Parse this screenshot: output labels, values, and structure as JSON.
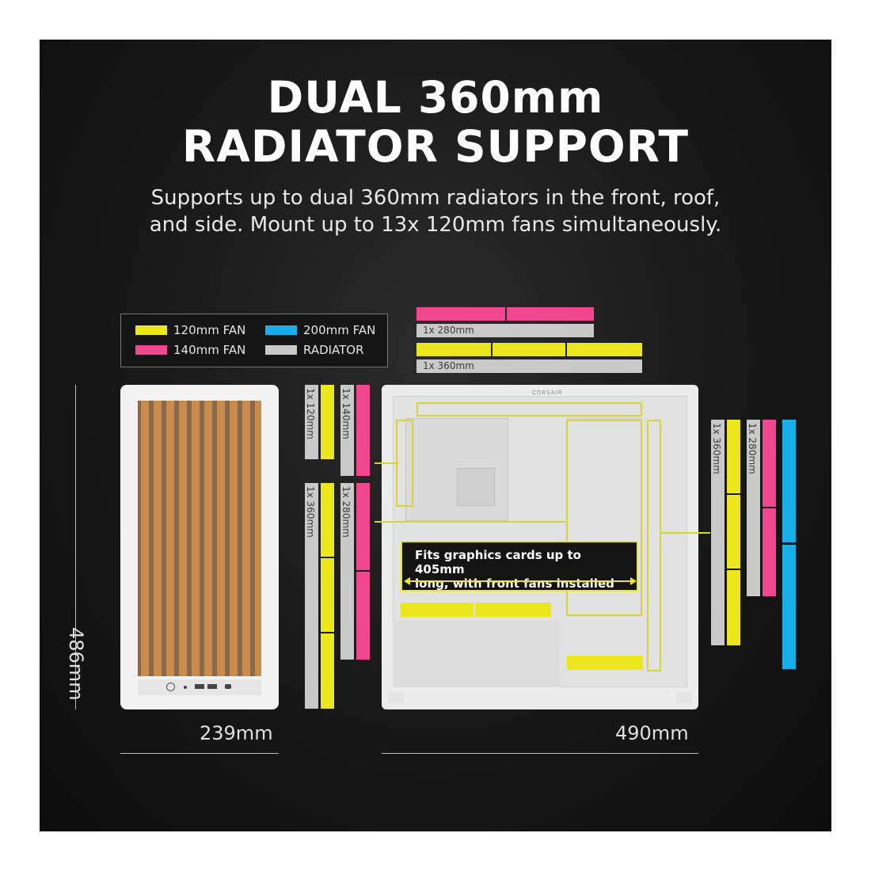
{
  "header": {
    "title_line1": "DUAL 360mm",
    "title_line2": "RADIATOR SUPPORT",
    "subtitle_line1": "Supports up to dual 360mm radiators in the front, roof,",
    "subtitle_line2": "and side. Mount up to 13x 120mm fans simultaneously."
  },
  "legend": {
    "fan120": "120mm FAN",
    "fan140": "140mm FAN",
    "fan200": "200mm FAN",
    "radiator": "RADIATOR"
  },
  "colors": {
    "fan120": "#ebe71c",
    "fan140": "#f1478f",
    "fan200": "#18aee8",
    "radiator": "#c9c9c9",
    "background": "#161616"
  },
  "labels": {
    "top_280": "1x 280mm",
    "top_360": "1x 360mm",
    "front_120": "1x 120mm",
    "front_140": "1x 140mm",
    "front_360": "1x 360mm",
    "front_280": "1x 280mm",
    "side_360": "1x 360mm",
    "side_280": "1x 280mm"
  },
  "brand_mark": "CORSAIR",
  "callout": {
    "line1": "Fits graphics cards up to 405mm",
    "line2": "long, with front fans installed"
  },
  "dimensions": {
    "width_front": "239mm",
    "depth": "490mm",
    "height": "486mm"
  }
}
